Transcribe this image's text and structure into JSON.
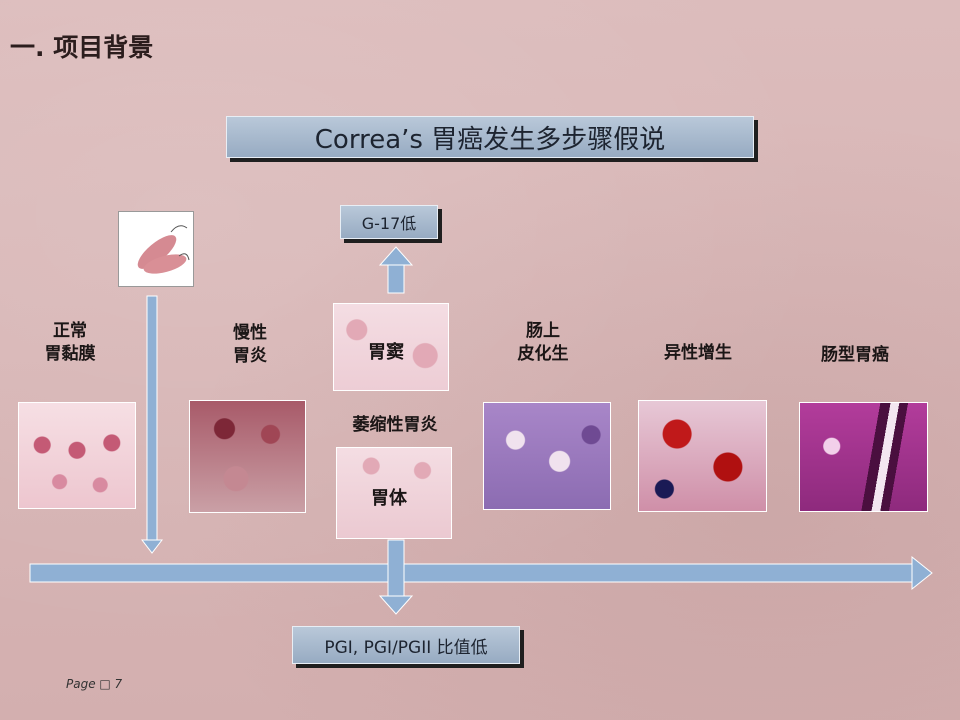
{
  "slide": {
    "title": "一.  项目背景",
    "main_box": "Correa’s 胃癌发生多步骤假说",
    "g17_box": "G-17低",
    "pgi_box": "PGI, PGI/PGII 比值低",
    "stages": [
      {
        "label": "正常\n胃黏膜"
      },
      {
        "label": "慢性\n胃炎"
      },
      {
        "label": "萎缩性胃炎"
      },
      {
        "label": "肠上\n皮化生"
      },
      {
        "label": "异性增生"
      },
      {
        "label": "肠型胃癌"
      }
    ],
    "atrophy_labels": {
      "antrum": "胃窦",
      "body": "胃体"
    },
    "page_label": "Page □ 7"
  }
}
